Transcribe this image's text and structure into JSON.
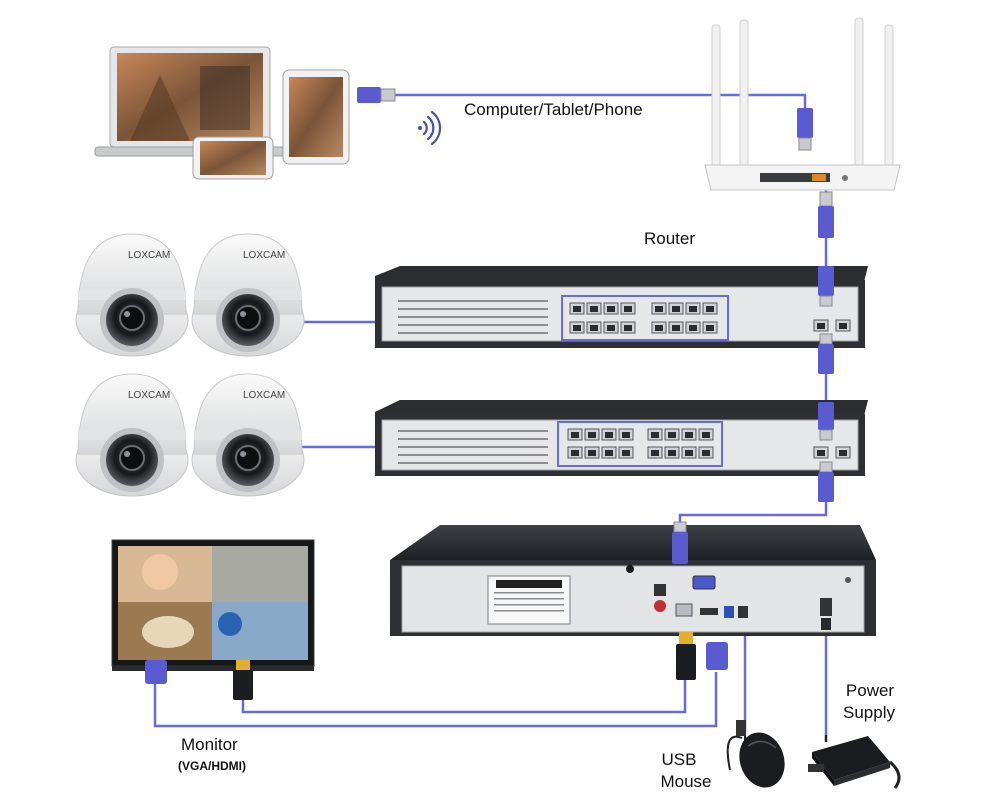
{
  "labels": {
    "devices": "Computer/Tablet/Phone",
    "router": "Router",
    "monitor": "Monitor",
    "monitor_sub": "(VGA/HDMI)",
    "power_1": "Power",
    "power_2": "Supply",
    "mouse_1": "USB",
    "mouse_2": "Mouse"
  },
  "branding": {
    "camera_logo": "LOXCAM"
  },
  "colors": {
    "cable": "#6a6ad8",
    "connector": "#5b5bd0",
    "device_dark": "#2d2f33",
    "device_panel": "#e9eaec",
    "device_white": "#f3f3f3"
  }
}
